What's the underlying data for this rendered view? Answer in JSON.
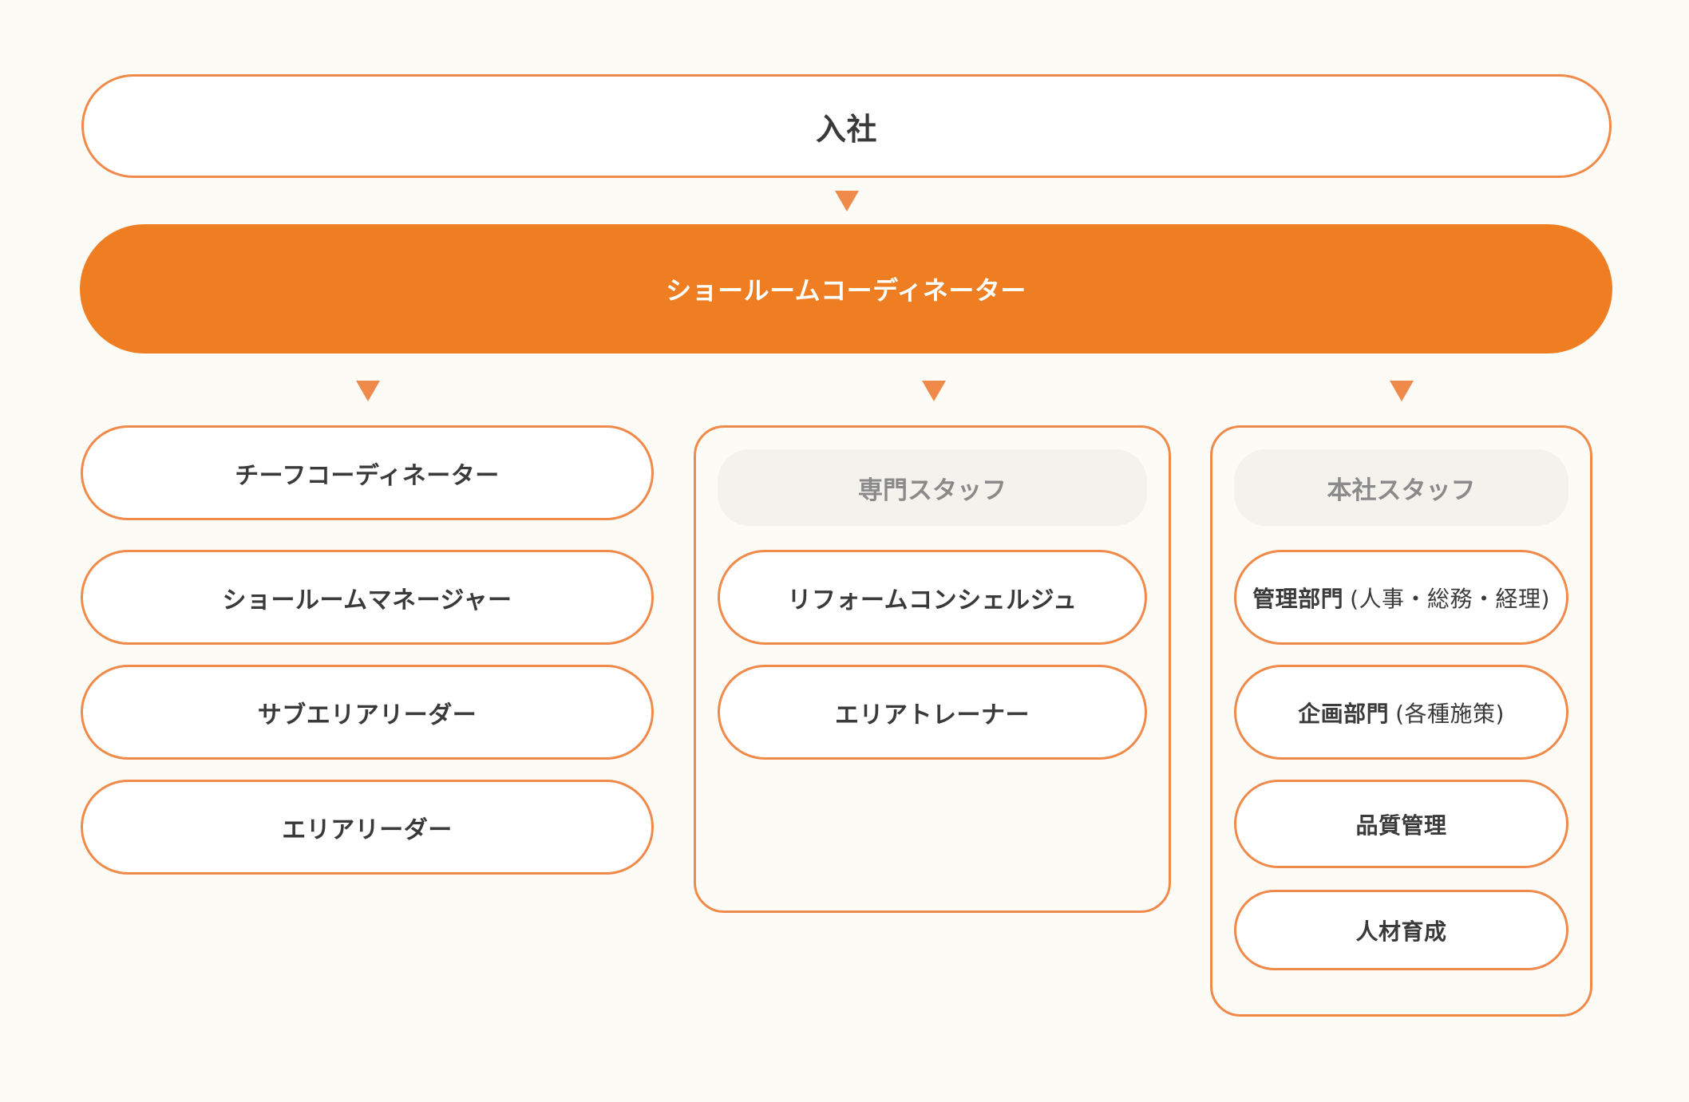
{
  "entry": {
    "label": "入社"
  },
  "main_role": {
    "label": "ショールームコーディネーター"
  },
  "career_path": {
    "items": [
      {
        "label": "チーフコーディネーター"
      },
      {
        "label": "ショールームマネージャー"
      },
      {
        "label": "サブエリアリーダー"
      },
      {
        "label": "エリアリーダー"
      }
    ]
  },
  "specialist_staff": {
    "title": "専門スタッフ",
    "items": [
      {
        "label": "リフォームコンシェルジュ"
      },
      {
        "label": "エリアトレーナー"
      }
    ]
  },
  "hq_staff": {
    "title": "本社スタッフ",
    "items": [
      {
        "label": "管理部門",
        "sub": "(人事・総務・経理)"
      },
      {
        "label": "企画部門",
        "sub": "(各種施策)"
      },
      {
        "label": "品質管理"
      },
      {
        "label": "人材育成"
      }
    ]
  },
  "colors": {
    "accent": "#ef7d22",
    "border": "#f08a4b",
    "background": "#fcfbf6",
    "text": "#3a3a3a"
  }
}
